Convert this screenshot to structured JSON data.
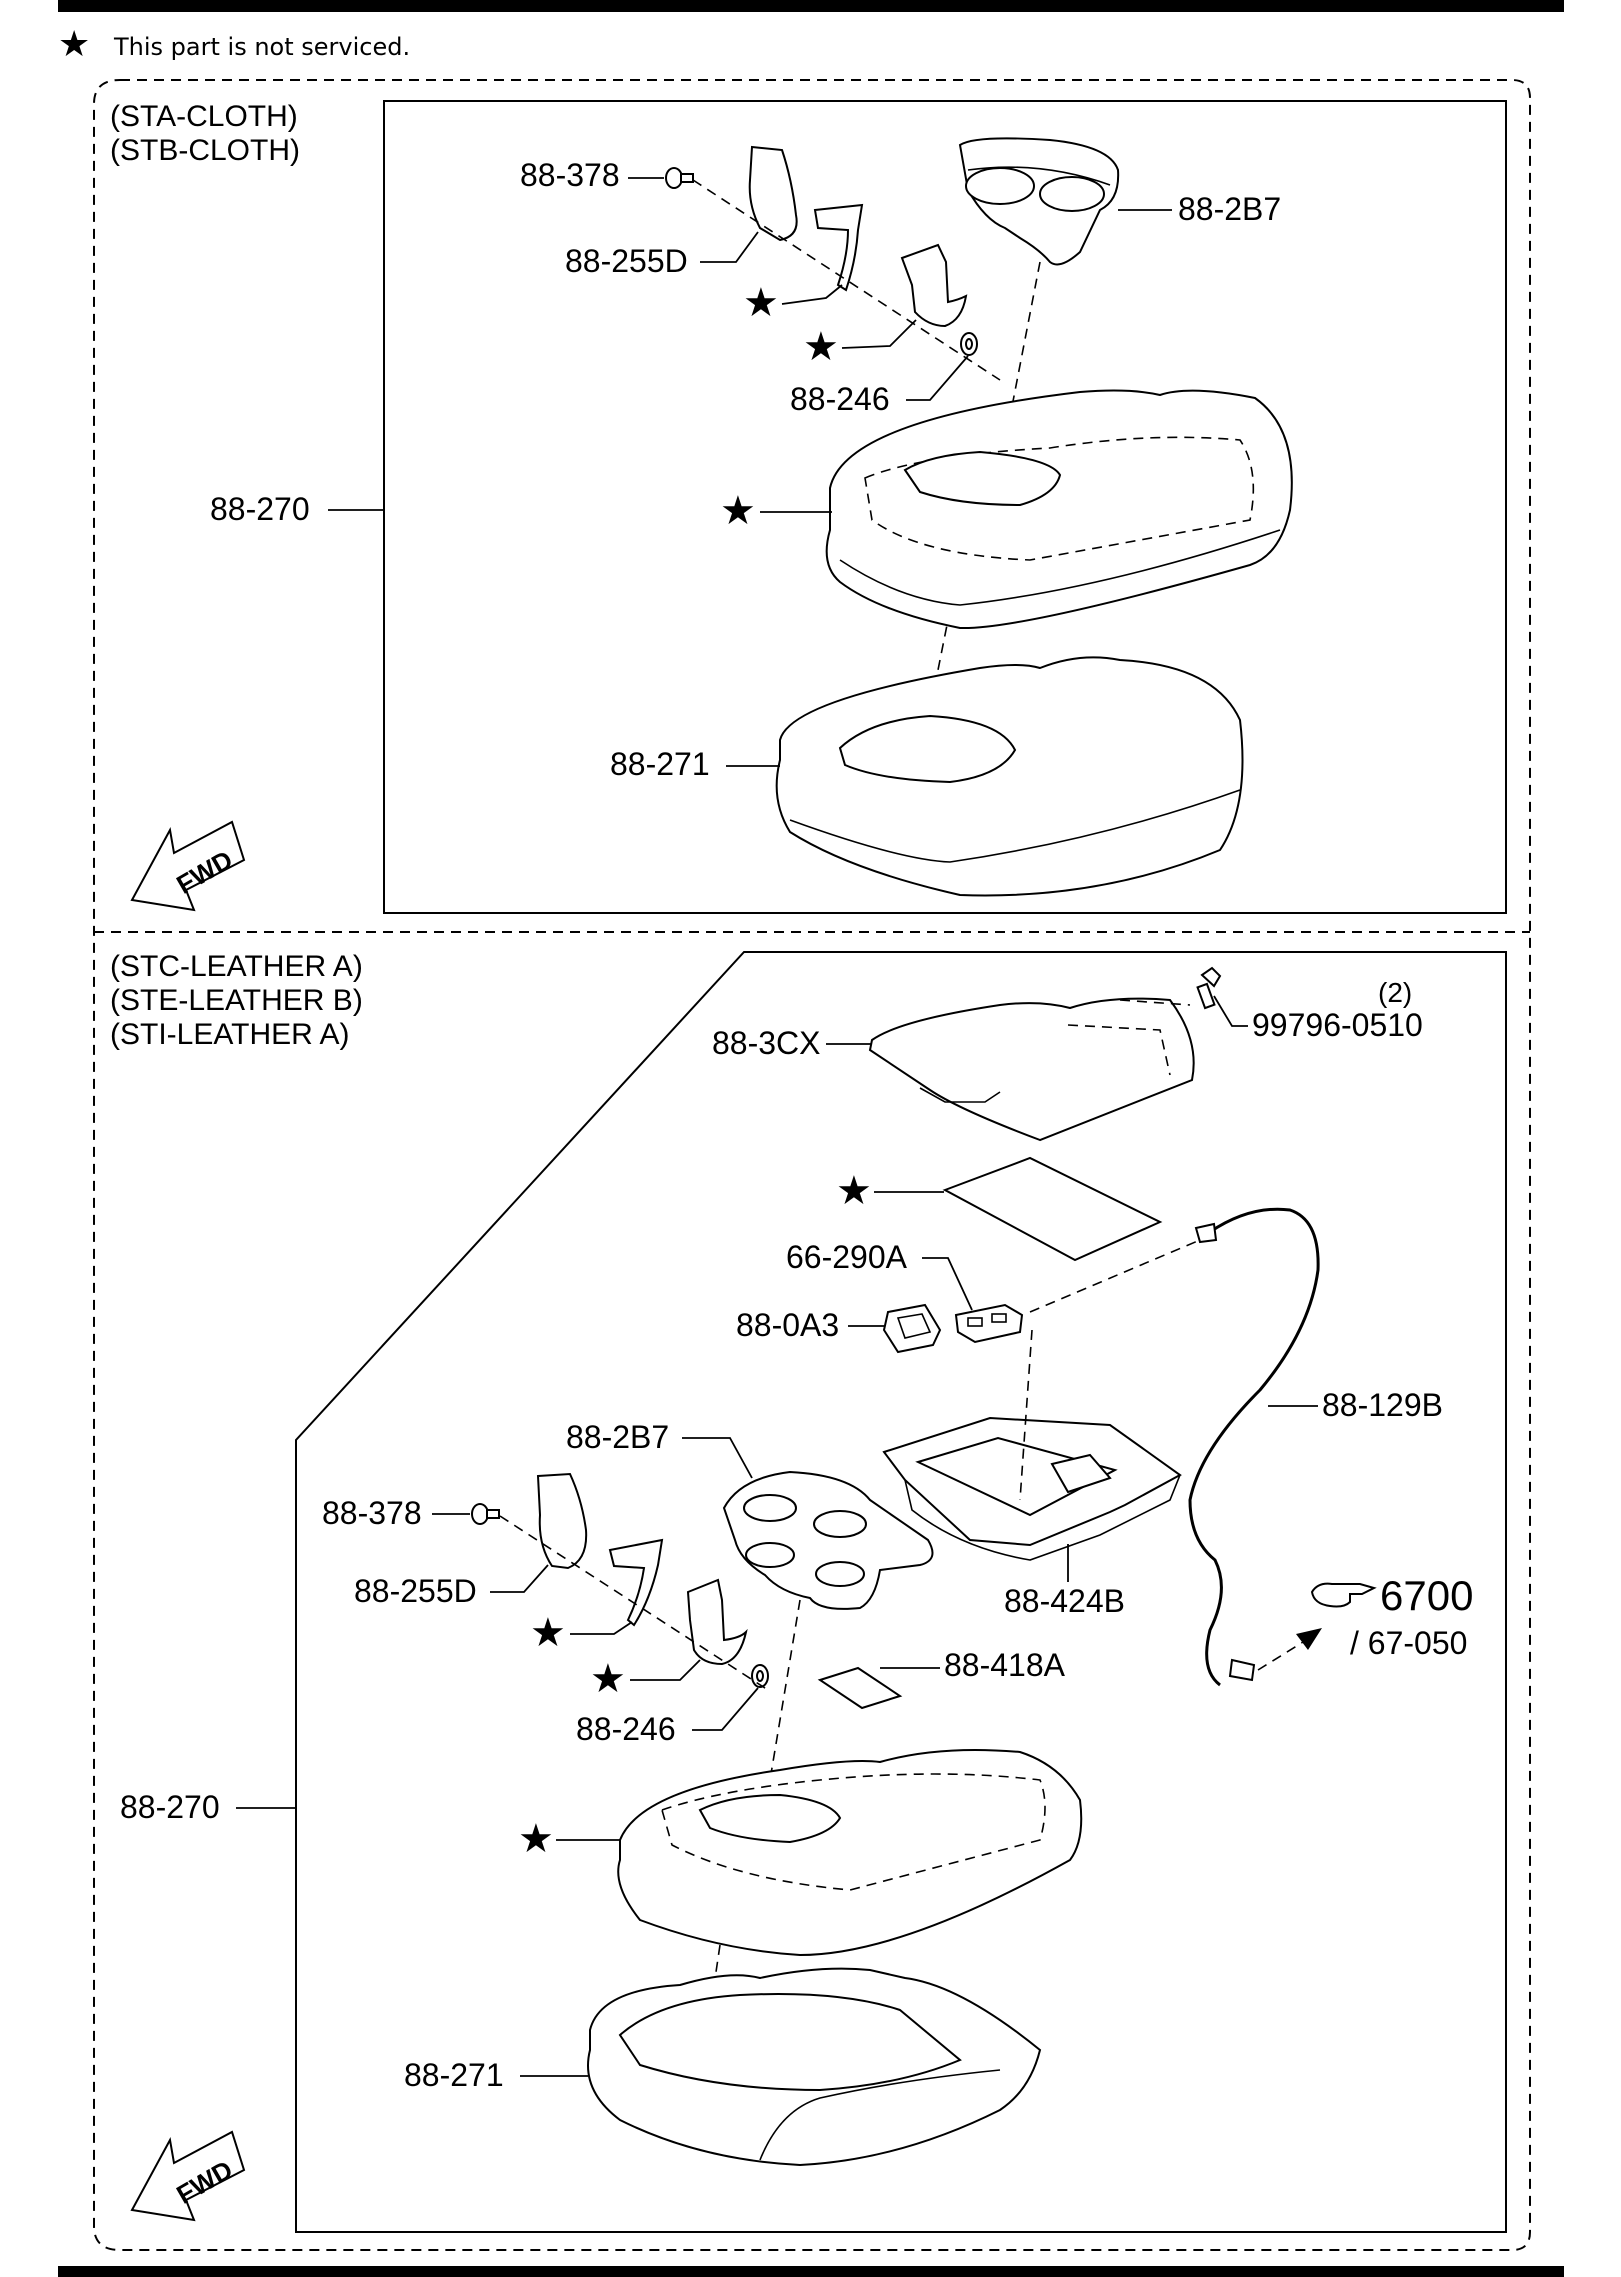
{
  "note": {
    "star": "★",
    "text": "This part is not serviced."
  },
  "panel_top": {
    "variants": [
      "(STA-CLOTH)",
      "(STB-CLOTH)"
    ],
    "fwd": "FWD",
    "labels": {
      "p88_378": "88-378",
      "p88_255d": "88-255D",
      "p88_2b7": "88-2B7",
      "p88_246": "88-246",
      "p88_270": "88-270",
      "p88_271": "88-271"
    }
  },
  "panel_bottom": {
    "variants": [
      "(STC-LEATHER A)",
      "(STE-LEATHER B)",
      "(STI-LEATHER A)"
    ],
    "fwd": "FWD",
    "labels": {
      "p88_3cx": "88-3CX",
      "qty": "(2)",
      "p99796": "99796-0510",
      "p66_290a": "66-290A",
      "p88_0a3": "88-0A3",
      "p88_129b": "88-129B",
      "p88_2b7": "88-2B7",
      "p88_378": "88-378",
      "p88_255d": "88-255D",
      "p88_424b": "88-424B",
      "p88_246": "88-246",
      "p88_418a": "88-418A",
      "p88_270": "88-270",
      "p88_271": "88-271",
      "ref_main": "6700",
      "ref_sub": "/ 67-050"
    }
  },
  "star_glyph": "★"
}
